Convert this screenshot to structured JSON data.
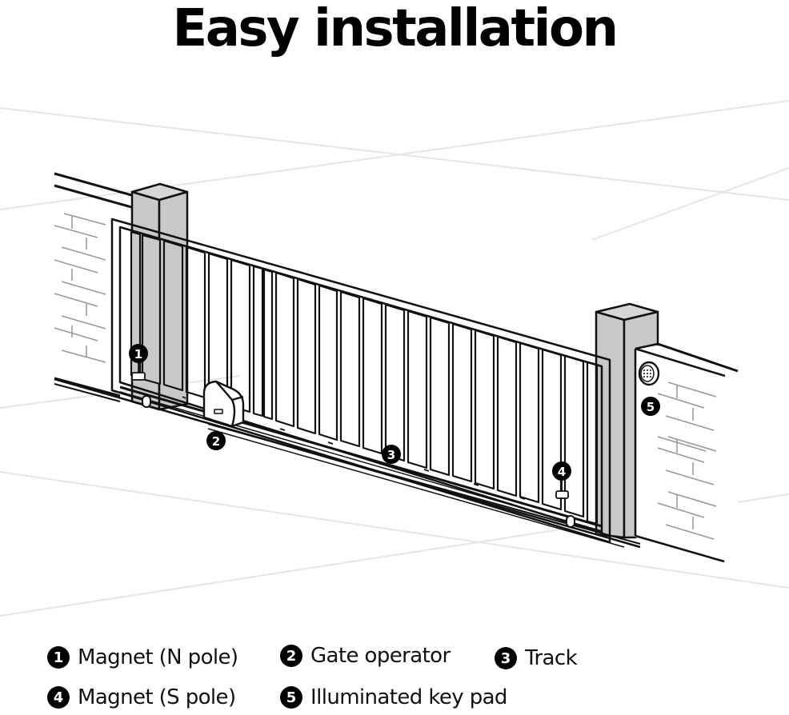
{
  "title": "Easy installation",
  "colors": {
    "background": "#ffffff",
    "line": "#111111",
    "post_fill": "#c8c8c8",
    "post_top": "#d6d6d6",
    "guide_line": "#e6e6e6",
    "brick_line": "#999999",
    "marker_fill": "#000000",
    "marker_text": "#ffffff"
  },
  "diagram": {
    "markers": [
      {
        "number": "1",
        "target": "magnet-n-pole"
      },
      {
        "number": "2",
        "target": "gate-operator"
      },
      {
        "number": "3",
        "target": "track"
      },
      {
        "number": "4",
        "target": "magnet-s-pole"
      },
      {
        "number": "5",
        "target": "illuminated-key-pad"
      }
    ]
  },
  "legend": {
    "items": [
      {
        "number": "1",
        "label": "Magnet (N pole)"
      },
      {
        "number": "2",
        "label": "Gate operator"
      },
      {
        "number": "3",
        "label": "Track"
      },
      {
        "number": "4",
        "label": "Magnet (S pole)"
      },
      {
        "number": "5",
        "label": "Illuminated key pad"
      }
    ]
  }
}
